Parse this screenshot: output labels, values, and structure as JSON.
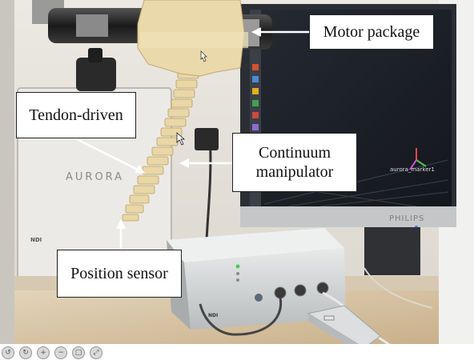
{
  "photo": {
    "labels": {
      "motor_package": "Motor package",
      "tendon_driven": "Tendon-driven",
      "continuum_line1": "Continuum",
      "continuum_line2": "manipulator",
      "position_sensor": "Position sensor"
    },
    "device_text": {
      "aurora_logo": "AURORA",
      "ndi_logo": "NDI",
      "monitor_brand": "PHILIPS",
      "monitor_overlay": "aurora_marker1"
    }
  },
  "viewer": {
    "controls": [
      "rotate-left",
      "rotate-right",
      "zoom-in",
      "zoom-out",
      "fit",
      "fullscreen"
    ]
  },
  "colors": {
    "manipulator": "#e9d7a6",
    "monitor_screen": "#1b1f26",
    "wall": "#e7e3db",
    "desk": "#d9c6a8",
    "sensor_box": "#d6d8d8"
  }
}
